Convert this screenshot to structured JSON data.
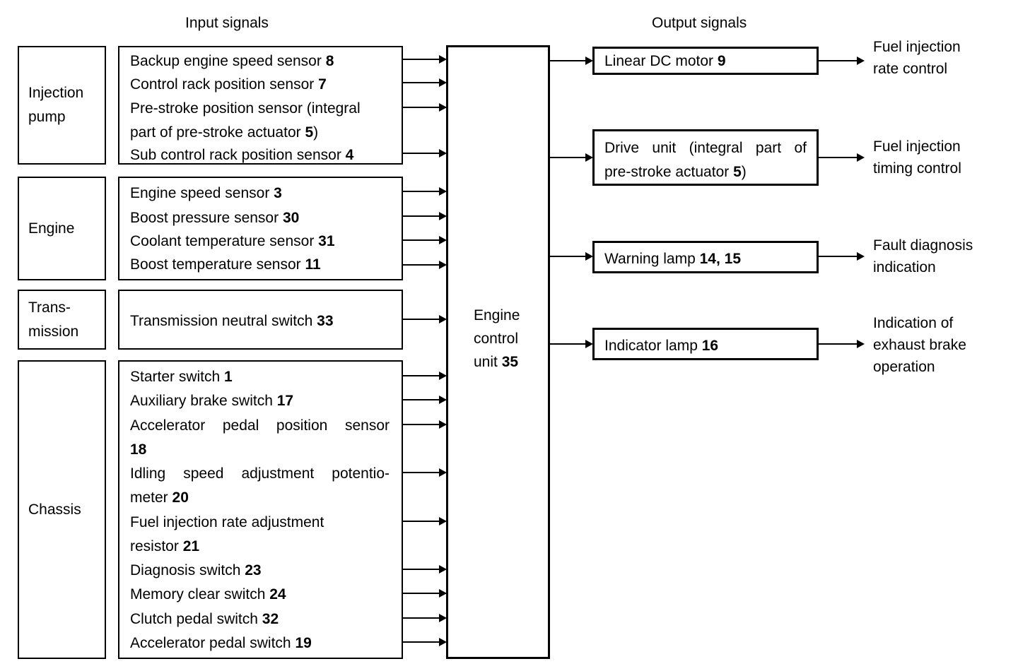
{
  "colors": {
    "ink": "#000000",
    "paper": "#ffffff"
  },
  "headers": {
    "input": "Input signals",
    "output": "Output signals"
  },
  "categories": [
    {
      "lines": [
        "Injection",
        "pump"
      ]
    },
    {
      "lines": [
        "Engine"
      ]
    },
    {
      "lines": [
        "Trans-",
        "mission"
      ]
    },
    {
      "lines": [
        "Chassis"
      ]
    }
  ],
  "input_boxes": [
    {
      "lines": [
        {
          "pre": "Backup engine speed sensor ",
          "num": "8"
        },
        {
          "pre": "Control rack position sensor ",
          "num": "7"
        },
        {
          "pre": "Pre-stroke position sensor (integral"
        },
        {
          "pre": "part of pre-stroke actuator ",
          "num": "5",
          "post": ")"
        },
        {
          "pre": "Sub control rack position sensor ",
          "num": "4"
        }
      ]
    },
    {
      "lines": [
        {
          "pre": "Engine speed sensor ",
          "num": "3"
        },
        {
          "pre": "Boost pressure sensor ",
          "num": "30"
        },
        {
          "pre": "Coolant temperature sensor ",
          "num": "31"
        },
        {
          "pre": "Boost temperature sensor ",
          "num": "11"
        }
      ]
    },
    {
      "lines": [
        {
          "pre": "Transmission neutral switch ",
          "num": "33"
        }
      ]
    },
    {
      "lines": [
        {
          "pre": "Starter switch ",
          "num": "1"
        },
        {
          "pre": "Auxiliary brake switch ",
          "num": "17"
        },
        {
          "pre": "Accelerator pedal position sensor"
        },
        {
          "pre": "",
          "num": "18"
        },
        {
          "pre": "Idling speed adjustment potentio-"
        },
        {
          "pre": "meter ",
          "num": "20"
        },
        {
          "pre": "Fuel injection rate adjustment"
        },
        {
          "pre": "resistor ",
          "num": "21"
        },
        {
          "pre": "Diagnosis switch ",
          "num": "23"
        },
        {
          "pre": "Memory clear switch ",
          "num": "24"
        },
        {
          "pre": "Clutch pedal switch ",
          "num": "32"
        },
        {
          "pre": "Accelerator pedal switch ",
          "num": "19"
        }
      ]
    }
  ],
  "ecu": {
    "line1": "Engine",
    "line2": "control",
    "line3_pre": "unit ",
    "line3_num": "35"
  },
  "output_boxes": [
    {
      "lines": [
        {
          "pre": "Linear DC motor ",
          "num": "9"
        }
      ]
    },
    {
      "lines": [
        {
          "pre": "Drive unit (integral part of"
        },
        {
          "pre": "pre-stroke actuator ",
          "num": "5",
          "post": ")"
        }
      ]
    },
    {
      "lines": [
        {
          "pre": "Warning lamp ",
          "num": "14, 15"
        }
      ]
    },
    {
      "lines": [
        {
          "pre": "Indicator lamp ",
          "num": "16"
        }
      ]
    }
  ],
  "output_descs": [
    {
      "lines": [
        "Fuel injection",
        "rate control"
      ]
    },
    {
      "lines": [
        "Fuel injection",
        "timing control"
      ]
    },
    {
      "lines": [
        "Fault diagnosis",
        "indication"
      ]
    },
    {
      "lines": [
        "Indication of",
        "exhaust brake",
        "operation"
      ]
    }
  ]
}
